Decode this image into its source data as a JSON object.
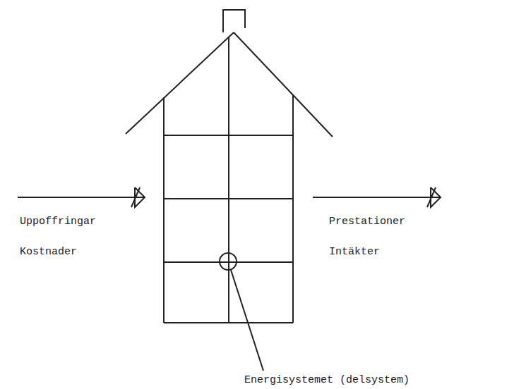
{
  "diagram": {
    "labels": [
      "Uppoffringar",
      "Kostnader",
      "Prestationer",
      "Intäkter",
      "Energisystemet (delsystem)"
    ]
  }
}
